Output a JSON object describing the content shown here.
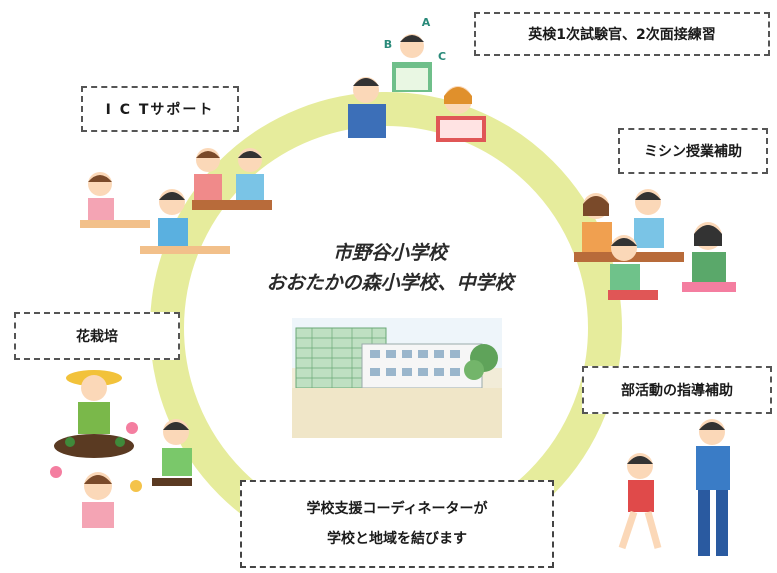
{
  "center": {
    "line1": "市野谷小学校",
    "line2": "おおたかの森小学校、中学校"
  },
  "labels": {
    "eiken": "英検1次試験官、2次面接練習",
    "ict": "I C Tサポート",
    "sewing": "ミシン授業補助",
    "flowers": "花栽培",
    "club": "部活動の指導補助"
  },
  "coordinator": {
    "line1": "学校支援コーディネーターが",
    "line2": "学校と地域を結びます"
  },
  "eiken_letters": {
    "a": "A",
    "b": "B",
    "c": "C"
  },
  "colors": {
    "ring": "#e6ec9c",
    "text": "#1a1a1a",
    "border": "#555555"
  }
}
